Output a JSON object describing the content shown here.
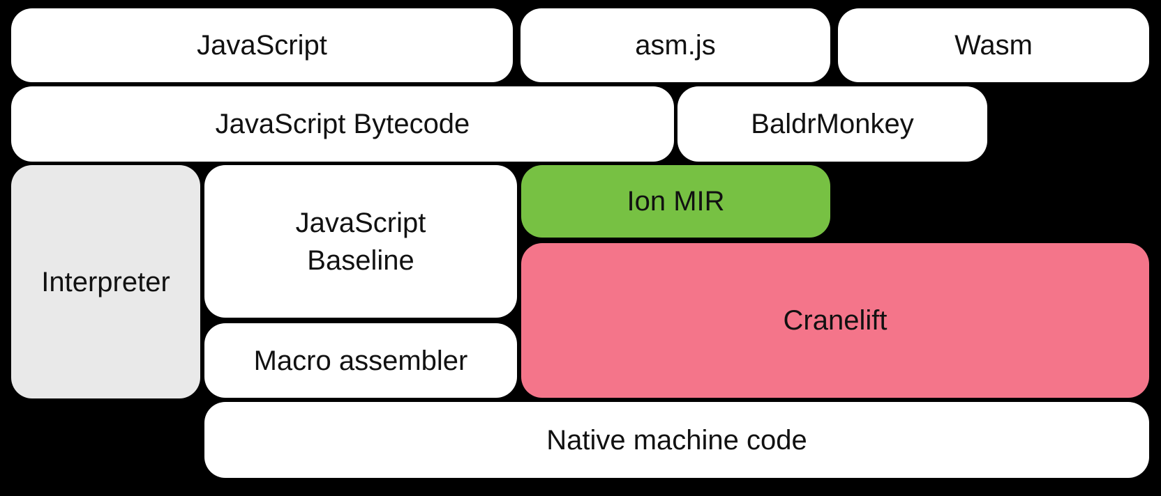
{
  "diagram": {
    "title": "SpiderMonkey compilation pipeline diagram",
    "background_color": "#000000",
    "text_color": "#111111",
    "blocks": {
      "javascript": {
        "label": "JavaScript",
        "color": "#ffffff"
      },
      "asmjs": {
        "label": "asm.js",
        "color": "#ffffff"
      },
      "wasm": {
        "label": "Wasm",
        "color": "#ffffff"
      },
      "javascript_bytecode": {
        "label": "JavaScript Bytecode",
        "color": "#ffffff"
      },
      "baldrmonkey": {
        "label": "BaldrMonkey",
        "color": "#ffffff"
      },
      "interpreter": {
        "label": "Interpreter",
        "color": "#e9e9e9"
      },
      "javascript_baseline": {
        "label": "JavaScript Baseline",
        "line1": "JavaScript",
        "line2": "Baseline",
        "color": "#ffffff"
      },
      "ion_mir": {
        "label": "Ion MIR",
        "color": "#77c143"
      },
      "cranelift": {
        "label": "Cranelift",
        "color": "#f4758a"
      },
      "macro_assembler": {
        "label": "Macro assembler",
        "color": "#ffffff"
      },
      "native_machine_code": {
        "label": "Native machine code",
        "color": "#ffffff"
      }
    }
  }
}
